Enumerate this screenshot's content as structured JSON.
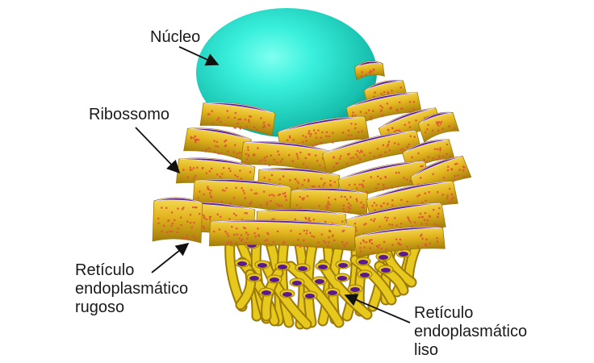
{
  "labels": {
    "nucleus": "Núcleo",
    "ribosome": "Ribossomo",
    "rough_er": "Retículo\nendoplasmático\nrugoso",
    "smooth_er": "Retículo\nendoplasmático\nliso"
  },
  "colors": {
    "nucleus": "#2ee6d0",
    "membrane": "#e2b41e",
    "membrane_dark": "#9c7a08",
    "lumen": "#5a1a8c",
    "ribosome": "#e0563a",
    "tubule": "#e7c81c",
    "text": "#1a1a1a"
  }
}
